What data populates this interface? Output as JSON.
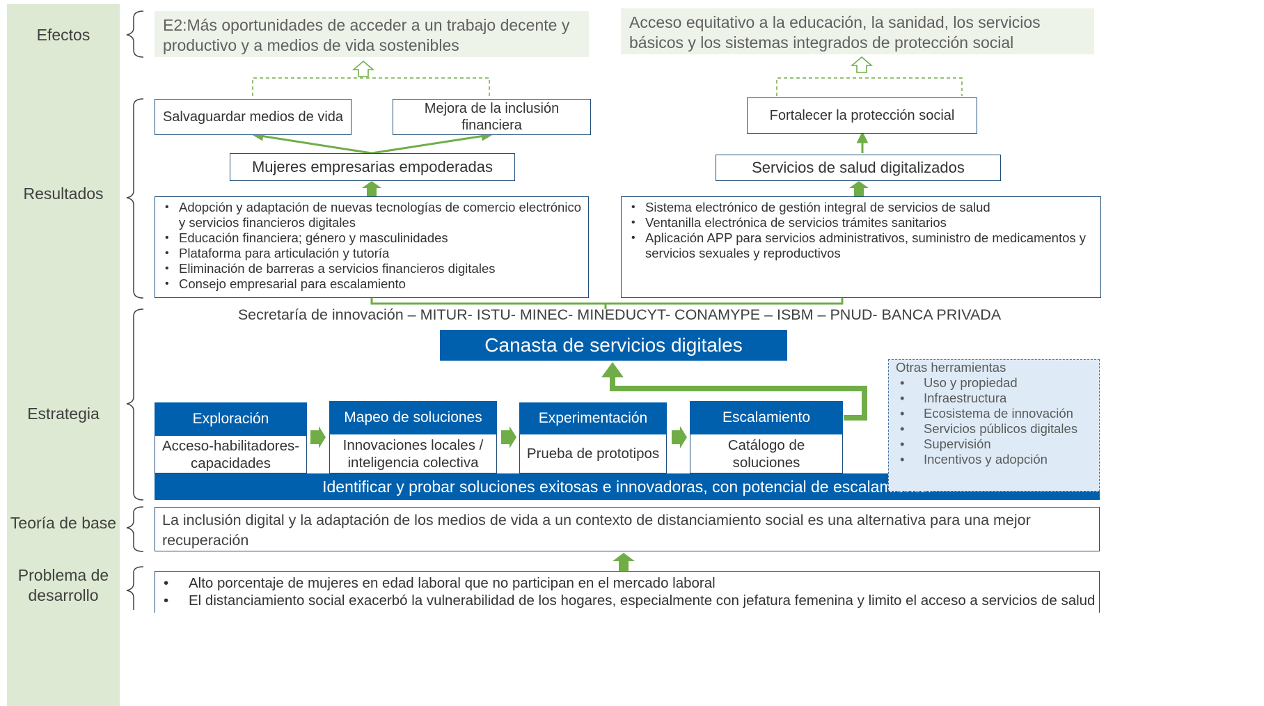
{
  "left_labels": {
    "efectos": "Efectos",
    "resultados": "Resultados",
    "estrategia": "Estrategia",
    "teoria": "Teoría de base",
    "problema_line1": "Problema de",
    "problema_line2": "desarrollo"
  },
  "efectos": {
    "left": "E2:Más oportunidades de acceder a un trabajo decente y productivo y a medios de vida sostenibles",
    "right": "Acceso equitativo a la educación, la sanidad, los servicios básicos y los sistemas integrados de protección social"
  },
  "resultados": {
    "salvaguardar": "Salvaguardar medios de vida",
    "mejora": "Mejora de la inclusión financiera",
    "fortalecer": "Fortalecer la protección social",
    "mujeres": "Mujeres empresarias empoderadas",
    "salud": "Servicios de salud digitalizados",
    "left_list": [
      "Adopción y adaptación de nuevas tecnologías de comercio electrónico y servicios financieros digitales",
      "Educación financiera; género y masculinidades",
      "Plataforma para articulación y tutoría",
      "Eliminación de barreras a servicios financieros digitales",
      "Consejo empresarial para escalamiento"
    ],
    "right_list": [
      "Sistema electrónico de gestión integral de servicios de salud",
      "Ventanilla electrónica de servicios trámites sanitarios",
      "Aplicación APP para servicios administrativos, suministro de medicamentos y servicios sexuales y reproductivos"
    ]
  },
  "estrategia": {
    "partners": "Secretaría de innovación – MITUR- ISTU- MINEC- MINEDUCYT- CONAMYPE – ISBM – PNUD- BANCA PRIVADA",
    "canasta": "Canasta de servicios digitales",
    "steps": [
      {
        "head": "Exploración",
        "body": "Acceso-habilitadores-capacidades"
      },
      {
        "head": "Mapeo de soluciones",
        "body": "Innovaciones locales / inteligencia colectiva"
      },
      {
        "head": "Experimentación",
        "body": "Prueba de prototipos"
      },
      {
        "head": "Escalamiento",
        "body": "Catálogo de soluciones"
      }
    ],
    "banner": "Identificar y probar soluciones exitosas e innovadoras, con potencial de escalamiento.",
    "otras_title": "Otras herramientas",
    "otras": [
      "Uso y propiedad",
      "Infraestructura",
      "Ecosistema de innovación",
      "Servicios públicos digitales",
      "Supervisión",
      "Incentivos y adopción"
    ]
  },
  "teoria": "La inclusión digital y la adaptación de los medios de vida a un contexto de distanciamiento social es una alternativa para una mejor recuperación",
  "problema": [
    "Alto porcentaje de mujeres en edad laboral que no participan en el mercado laboral",
    "El distanciamiento social exacerbó la vulnerabilidad de los hogares, especialmente con jefatura femenina y limito el acceso a servicios de salud"
  ],
  "colors": {
    "green": "#70ad47",
    "blue": "#0060ad",
    "navy": "#1f4e79",
    "sidebar": "#dde9d2"
  }
}
